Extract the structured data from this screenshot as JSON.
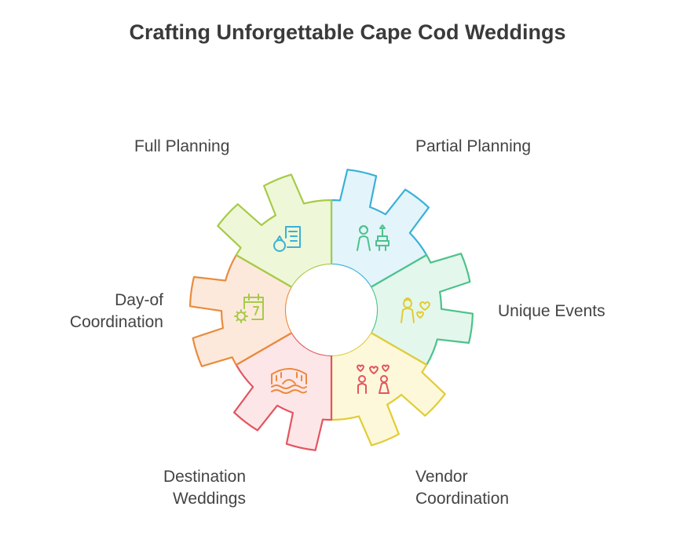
{
  "title": "Crafting Unforgettable Cape Cod Weddings",
  "segments": [
    {
      "id": "full-planning",
      "lines": [
        "Full Planning"
      ],
      "fill": "#e3f4fb",
      "stroke": "#3ab1d6",
      "icon": "ring-document-icon"
    },
    {
      "id": "partial-planning",
      "lines": [
        "Partial Planning"
      ],
      "fill": "#e4f7ec",
      "stroke": "#4cc28a",
      "icon": "couple-cake-icon"
    },
    {
      "id": "unique-events",
      "lines": [
        "Unique Events"
      ],
      "fill": "#fdf8d9",
      "stroke": "#e1cc37",
      "icon": "bride-hearts-icon"
    },
    {
      "id": "vendor-coordination",
      "lines": [
        "Vendor",
        "Coordination"
      ],
      "fill": "#fde6e8",
      "stroke": "#e2555f",
      "icon": "couple-hearts-icon"
    },
    {
      "id": "destination-weddings",
      "lines": [
        "Destination",
        "Weddings"
      ],
      "fill": "#fde9dc",
      "stroke": "#e98b3d",
      "icon": "venice-bridge-icon"
    },
    {
      "id": "day-of-coordination",
      "lines": [
        "Day-of",
        "Coordination"
      ],
      "fill": "#eff7d9",
      "stroke": "#a6cb48",
      "icon": "calendar-gear-icon"
    }
  ]
}
